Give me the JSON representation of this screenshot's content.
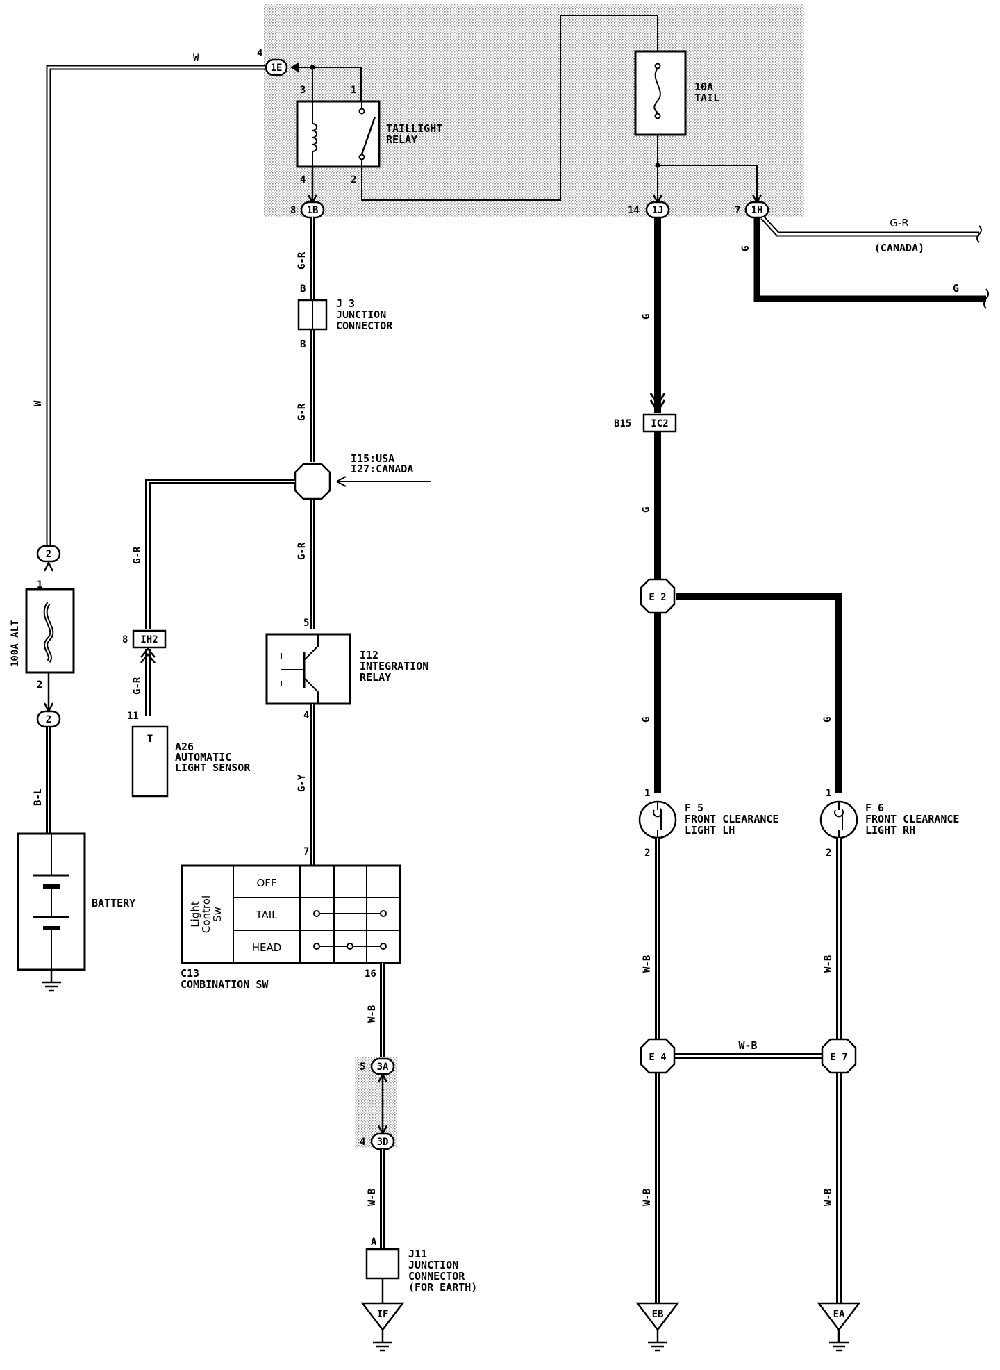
{
  "relay_block": {
    "fuse_label": "10A\nTAIL",
    "relay_label": "TAILLIGHT\nRELAY",
    "pins": {
      "p3": "3",
      "p1": "1",
      "p4a": "4",
      "p2": "2",
      "top4": "4",
      "c8": "8",
      "c14": "14",
      "c7": "7"
    },
    "connectors": {
      "one_e": "1E",
      "one_b": "1B",
      "one_j": "1J",
      "one_h": "1H"
    }
  },
  "wires": {
    "w_top": "W",
    "w_left": "W",
    "gr1": "G-R",
    "gr2": "G-R",
    "gr3": "G-R",
    "gr4": "G-R",
    "gy": "G-Y",
    "bl": "B-L",
    "g1": "G",
    "g2": "G",
    "g3": "G",
    "g4": "G",
    "g_right": "G",
    "gr_right": "G-R",
    "canada_note": "(CANADA)",
    "wb1": "W-B",
    "wb2": "W-B",
    "wb3": "W-B",
    "wb4": "W-B",
    "wb5": "W-B",
    "wb6": "W-B",
    "wb7": "W-B"
  },
  "j3": {
    "label": "J 3\nJUNCTION\nCONNECTOR",
    "pin_top": "B",
    "pin_bot": "B"
  },
  "splice_i15": {
    "label": "I15:USA\nI27:CANADA"
  },
  "i12": {
    "label": "I12\nINTEGRATION\nRELAY",
    "pin5": "5",
    "pin4": "4"
  },
  "ih2": {
    "conn": "IH2",
    "pin": "8"
  },
  "a26": {
    "label": "A26\nAUTOMATIC\nLIGHT SENSOR",
    "pin": "11",
    "term": "T"
  },
  "c13": {
    "label": "C13\nCOMBINATION SW",
    "side_label": "Light\nControl\nSw",
    "rows": [
      "OFF",
      "TAIL",
      "HEAD"
    ],
    "pin7": "7",
    "pin16": "16"
  },
  "conn_3a": {
    "conn": "3A",
    "pin": "5"
  },
  "conn_3d": {
    "conn": "3D",
    "pin": "4"
  },
  "j11": {
    "label": "J11\nJUNCTION\nCONNECTOR\n(FOR EARTH)",
    "pin": "A",
    "ground": "IF"
  },
  "alt_fuse": {
    "label": "100A ALT",
    "conn_top": "2",
    "conn_bot": "2",
    "pin1": "1",
    "pin2": "2"
  },
  "battery": {
    "label": "BATTERY"
  },
  "ic2": {
    "conn": "IC2",
    "pin": "B15"
  },
  "e2": {
    "label": "E 2"
  },
  "f5": {
    "label": "F 5\nFRONT CLEARANCE\nLIGHT LH",
    "pin1": "1",
    "pin2": "2"
  },
  "f6": {
    "label": "F 6\nFRONT CLEARANCE\nLIGHT RH",
    "pin1": "1",
    "pin2": "2"
  },
  "e4": {
    "label": "E 4"
  },
  "e7": {
    "label": "E 7"
  },
  "grounds": {
    "eb": "EB",
    "ea": "EA"
  }
}
